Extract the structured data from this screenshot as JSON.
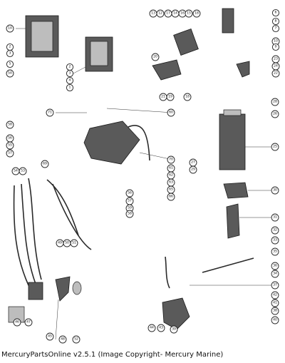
{
  "caption": "MercuryPartsOnline v2.5.1 (Image Copyright- Mercury Marine)",
  "callouts": [
    {
      "id": "c-1a-top",
      "label": "1A"
    },
    {
      "id": "c-2-a",
      "label": "2"
    },
    {
      "id": "c-3-a",
      "label": "3"
    },
    {
      "id": "c-5-a",
      "label": "5"
    },
    {
      "id": "c-5a-a",
      "label": "5A"
    },
    {
      "id": "c-1-b",
      "label": "1"
    },
    {
      "id": "c-2-b",
      "label": "2"
    },
    {
      "id": "c-3-b",
      "label": "3"
    },
    {
      "id": "c-4-b",
      "label": "4"
    },
    {
      "id": "c-13",
      "label": "13"
    },
    {
      "id": "c-12",
      "label": "12"
    },
    {
      "id": "c-17",
      "label": "17"
    },
    {
      "id": "c-14",
      "label": "14"
    },
    {
      "id": "c-16",
      "label": "16"
    },
    {
      "id": "c-15",
      "label": "15"
    },
    {
      "id": "c-18",
      "label": "18"
    },
    {
      "id": "c-20",
      "label": "20"
    },
    {
      "id": "c-21",
      "label": "21"
    },
    {
      "id": "c-19",
      "label": "19"
    },
    {
      "id": "c-18b",
      "label": "18"
    },
    {
      "id": "c-6",
      "label": "6"
    },
    {
      "id": "c-8",
      "label": "8"
    },
    {
      "id": "c-7",
      "label": "7"
    },
    {
      "id": "c-10",
      "label": "10"
    },
    {
      "id": "c-9",
      "label": "9"
    },
    {
      "id": "c-23",
      "label": "23"
    },
    {
      "id": "c-24",
      "label": "24"
    },
    {
      "id": "c-22",
      "label": "22"
    },
    {
      "id": "c-71",
      "label": "71"
    },
    {
      "id": "c-60",
      "label": "60"
    },
    {
      "id": "c-58",
      "label": "58"
    },
    {
      "id": "c-56",
      "label": "56"
    },
    {
      "id": "c-55",
      "label": "55"
    },
    {
      "id": "c-57",
      "label": "57"
    },
    {
      "id": "c-69",
      "label": "69"
    },
    {
      "id": "c-70",
      "label": "70"
    },
    {
      "id": "c-61",
      "label": "61"
    },
    {
      "id": "c-62",
      "label": "62"
    },
    {
      "id": "c-63",
      "label": "63"
    },
    {
      "id": "c-65",
      "label": "65"
    },
    {
      "id": "c-66",
      "label": "66"
    },
    {
      "id": "c-28",
      "label": "28"
    },
    {
      "id": "c-26",
      "label": "26"
    },
    {
      "id": "c-25",
      "label": "25"
    },
    {
      "id": "c-27",
      "label": "27"
    },
    {
      "id": "c-29",
      "label": "29"
    },
    {
      "id": "c-30",
      "label": "30"
    },
    {
      "id": "c-31",
      "label": "31"
    },
    {
      "id": "c-32",
      "label": "32"
    },
    {
      "id": "c-33",
      "label": "33"
    },
    {
      "id": "c-54",
      "label": "54"
    },
    {
      "id": "c-53",
      "label": "53"
    },
    {
      "id": "c-56b",
      "label": "56"
    },
    {
      "id": "c-57b",
      "label": "57"
    },
    {
      "id": "c-59",
      "label": "59"
    },
    {
      "id": "c-58b",
      "label": "58"
    },
    {
      "id": "c-49",
      "label": "49"
    },
    {
      "id": "c-50",
      "label": "50"
    },
    {
      "id": "c-51",
      "label": "51"
    },
    {
      "id": "c-35",
      "label": "35"
    },
    {
      "id": "c-36",
      "label": "36"
    },
    {
      "id": "c-34",
      "label": "34"
    },
    {
      "id": "c-37",
      "label": "37"
    },
    {
      "id": "c-42",
      "label": "42"
    },
    {
      "id": "c-41",
      "label": "41"
    },
    {
      "id": "c-38",
      "label": "38"
    },
    {
      "id": "c-40",
      "label": "40"
    },
    {
      "id": "c-46",
      "label": "46"
    },
    {
      "id": "c-47",
      "label": "47"
    },
    {
      "id": "c-45",
      "label": "45"
    },
    {
      "id": "c-48",
      "label": "48"
    },
    {
      "id": "c-52",
      "label": "52"
    },
    {
      "id": "c-44",
      "label": "44"
    },
    {
      "id": "c-43",
      "label": "43"
    },
    {
      "id": "c-39",
      "label": "39"
    }
  ]
}
